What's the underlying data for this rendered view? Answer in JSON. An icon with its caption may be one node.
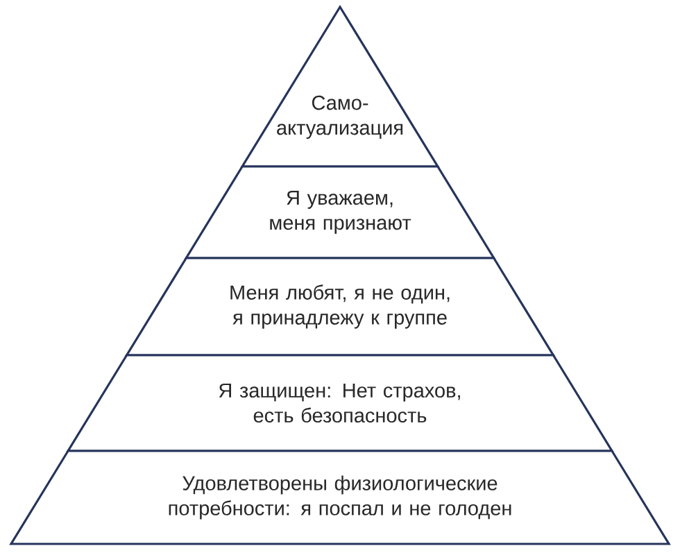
{
  "diagram": {
    "nodes": [
      {
        "text": [
          "Само- актуализация"
        ]
      },
      {
        "text": [
          "Я уважаем, меня признают"
        ]
      },
      {
        "text": [
          "Меня любят, я не один, я принадлежу к группе"
        ]
      },
      {
        "text": [
          "Я защищен: Нет страхов, есть безопасность"
        ]
      },
      {
        "text": [
          "Удовлетворены физиологические потребности: я поспал и не голоден"
        ]
      }
    ]
  }
}
